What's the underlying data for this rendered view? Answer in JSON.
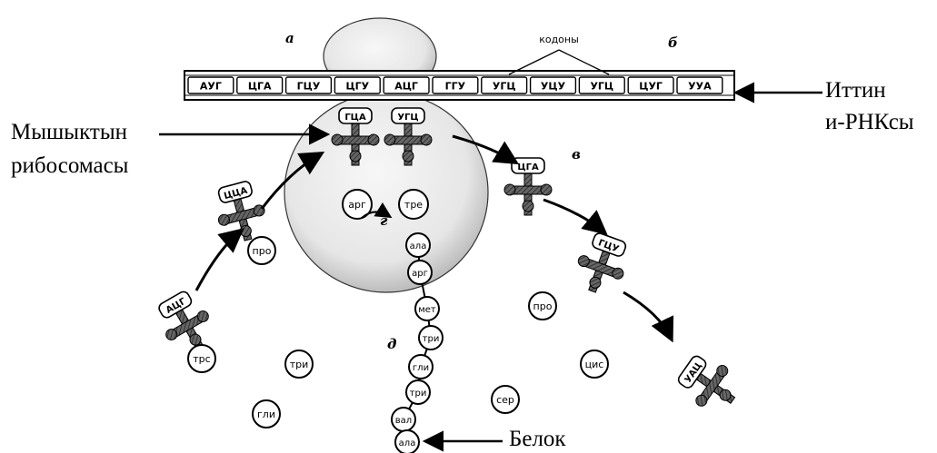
{
  "letters": {
    "a": "а",
    "b": "б",
    "v": "в",
    "g": "г",
    "d": "д"
  },
  "codons_caption": "кодоны",
  "mrna_codons": [
    "АУГ",
    "ЦГА",
    "ГЦУ",
    "ЦГУ",
    "АЦГ",
    "ГГУ",
    "УГЦ",
    "УЦУ",
    "УГЦ",
    "ЦУГ",
    "УУА"
  ],
  "trna_anticodons": {
    "t1": "ГЦА",
    "t2": "УГЦ",
    "t3": "ЦЦА",
    "t4": "АЦГ",
    "t5": "ЦГА",
    "t6": "ГЦУ",
    "t7": "УАЦ"
  },
  "amino_acids": {
    "on_ribosome_1": "арг",
    "on_ribosome_2": "тре",
    "left_trna_upper": "про",
    "left_trna_lower": "трс",
    "free_tri": "три",
    "free_gli": "гли",
    "free_pro": "про",
    "free_tsis": "цис",
    "free_ser": "сер"
  },
  "protein_chain": [
    "ала",
    "арг",
    "мет",
    "три",
    "гли",
    "три",
    "вал",
    "ала"
  ],
  "labels": {
    "ribosome_line1": "Мышыктын",
    "ribosome_line2": "рибосомасы",
    "mrna_line1": "Иттин",
    "mrna_line2": "и-РНКсы",
    "protein": "Белок"
  },
  "colors": {
    "ink": "#111111",
    "ribosome": "#e8e8e8",
    "trna_fill": "#555555"
  }
}
